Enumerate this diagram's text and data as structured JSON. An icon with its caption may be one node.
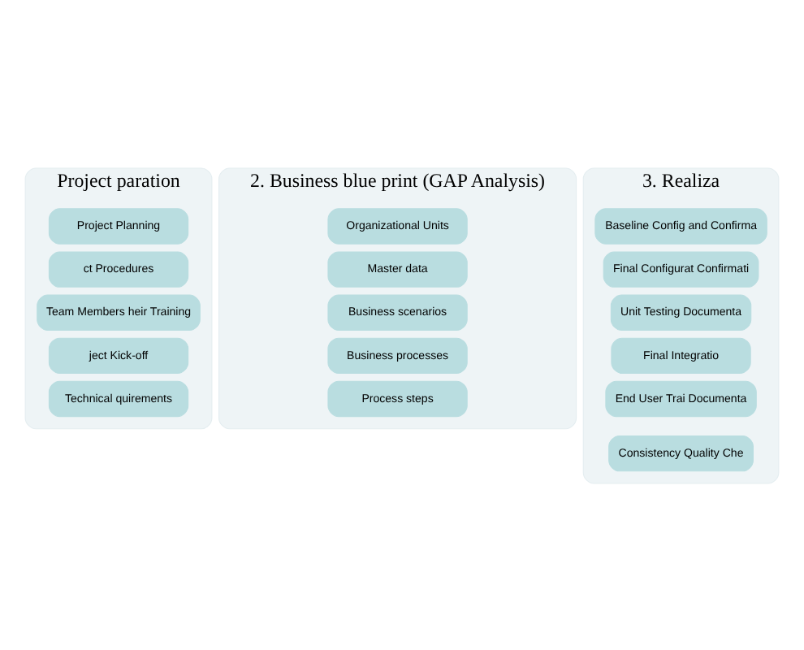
{
  "diagram": {
    "nodes": [
      {
        "text": [
          "Project paration"
        ]
      },
      {
        "text": [
          "Project Planning"
        ],
        "in": 0
      },
      {
        "text": [
          "ct Procedures"
        ],
        "in": 0
      },
      {
        "text": [
          "Team Members heir Training"
        ],
        "in": 0
      },
      {
        "text": [
          "ject Kick-off"
        ],
        "in": 0
      },
      {
        "text": [
          "Technical quirements"
        ],
        "in": 0
      },
      {
        "text": [
          "2. Business blue print (GAP Analysis)"
        ]
      },
      {
        "text": [
          "Organizational Units"
        ],
        "in": 6
      },
      {
        "text": [
          "Master data"
        ],
        "in": 6
      },
      {
        "text": [
          "Business scenarios"
        ],
        "in": 6
      },
      {
        "text": [
          "Business processes"
        ],
        "in": 6
      },
      {
        "text": [
          "Process steps"
        ],
        "in": 6
      },
      {
        "text": [
          "3. Realiza"
        ]
      },
      {
        "text": [
          "Baseline Config and Confirma"
        ],
        "in": 12
      },
      {
        "text": [
          "Final Configurat Confirmati"
        ],
        "in": 12
      },
      {
        "text": [
          "Unit Testing Documenta"
        ],
        "in": 12
      },
      {
        "text": [
          "Final Integratio"
        ],
        "in": 12
      },
      {
        "text": [
          "End User Trai Documenta"
        ],
        "in": 12
      },
      {
        "text": [
          "Consistency Quality Che"
        ],
        "in": 12
      }
    ],
    "edges": []
  }
}
